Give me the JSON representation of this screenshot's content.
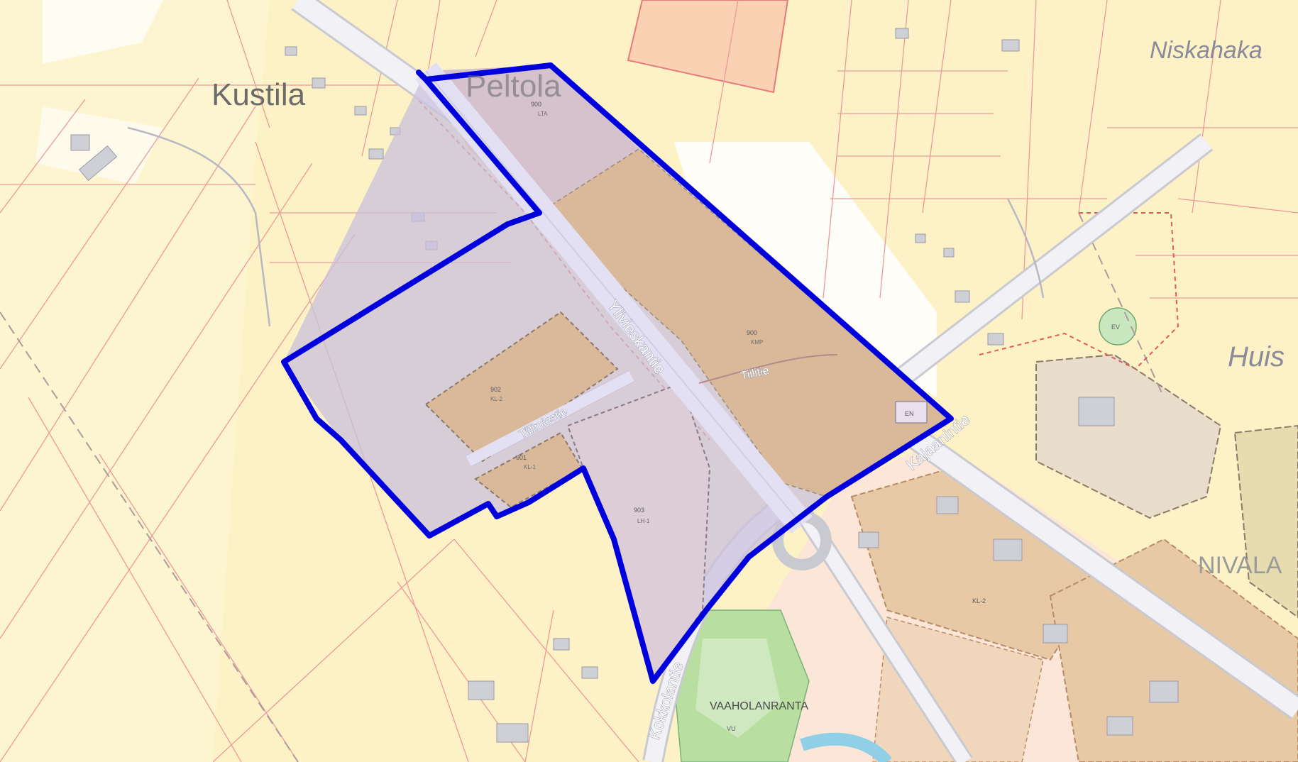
{
  "map": {
    "place_names": {
      "kustila": "Kustila",
      "peltola": "Peltola",
      "niskahaka": "Niskahaka",
      "huis": "Huis",
      "nivala": "NIVALA",
      "vaaholanranta": "VAAHOLANRANTA"
    },
    "road_names": {
      "ylivieskantie": "Ylivieskantie",
      "kokkolantie": "Kokkolantie",
      "kajaanintie": "Kajaanintie",
      "tiilitie": "Tiilitie",
      "tiilimiesntie": "Tiilimiestie"
    },
    "zones": {
      "z900_code": "900",
      "z900_type": "LTA",
      "zkmp_code": "900",
      "zkmp_type": "KMP",
      "z902_code": "902",
      "z902_type": "KL-2",
      "z901_code": "901",
      "z901_type": "KL-1",
      "z903_code": "903",
      "z903_type": "LH-1",
      "en": "EN",
      "ev": "EV",
      "vu": "VU",
      "kl2_town": "KL-2"
    },
    "colors": {
      "agricultural": "#fdf1c4",
      "agricultural_light": "#fdf6dc",
      "parcel_line": "#e88a8a",
      "boundary": "#0000dd",
      "area_fill": "#c8bcd8",
      "zone_fill": "#d9b99a",
      "green": "#b8dfa0",
      "road": "#ececf2",
      "water": "#b9e6f0"
    }
  }
}
